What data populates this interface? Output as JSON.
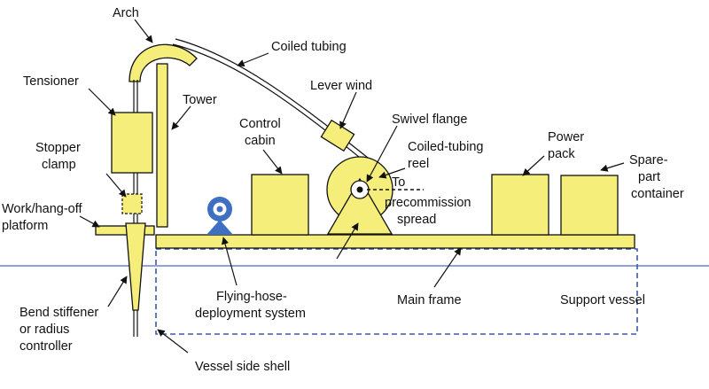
{
  "colors": {
    "equipment": "#F6EE7A",
    "outline": "#111111",
    "waterline": "#6A86C6",
    "vessel_outline": "#3B5AA6",
    "hose_system": "#3F6FC2"
  },
  "labels": {
    "arch": "Arch",
    "coiled_tubing": "Coiled tubing",
    "tensioner": "Tensioner",
    "tower": "Tower",
    "lever_wind": "Lever wind",
    "swivel_flange": "Swivel flange",
    "control_cabin_l1": "Control",
    "control_cabin_l2": "cabin",
    "coiled_tubing_reel_l1": "Coiled-tubing",
    "coiled_tubing_reel_l2": "reel",
    "stopper_clamp_l1": "Stopper",
    "stopper_clamp_l2": "clamp",
    "to_precommission_l1": "To",
    "to_precommission_l2": "precommission",
    "to_precommission_l3": "spread",
    "power_pack_l1": "Power",
    "power_pack_l2": "pack",
    "spare_part_l1": "Spare-",
    "spare_part_l2": "part",
    "spare_part_l3": "container",
    "work_platform_l1": "Work/hang-off",
    "work_platform_l2": "platform",
    "flying_hose_l1": "Flying-hose-",
    "flying_hose_l2": "deployment system",
    "main_frame": "Main frame",
    "support_vessel": "Support vessel",
    "bend_stiffener_l1": "Bend stiffener",
    "bend_stiffener_l2": "or radius",
    "bend_stiffener_l3": "controller",
    "vessel_side_shell": "Vessel side shell"
  }
}
